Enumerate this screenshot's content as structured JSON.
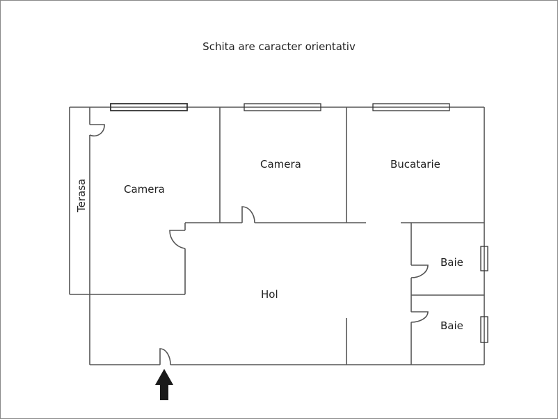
{
  "title": "Schita are caracter orientativ",
  "rooms": {
    "camera_left": "Camera",
    "camera_middle": "Camera",
    "bucatarie": "Bucatarie",
    "terasa": "Terasa",
    "hol": "Hol",
    "baie_top": "Baie",
    "baie_bottom": "Baie"
  },
  "colors": {
    "wall": "#555555",
    "arrow": "#1a1a1a",
    "frame": "#888888"
  }
}
